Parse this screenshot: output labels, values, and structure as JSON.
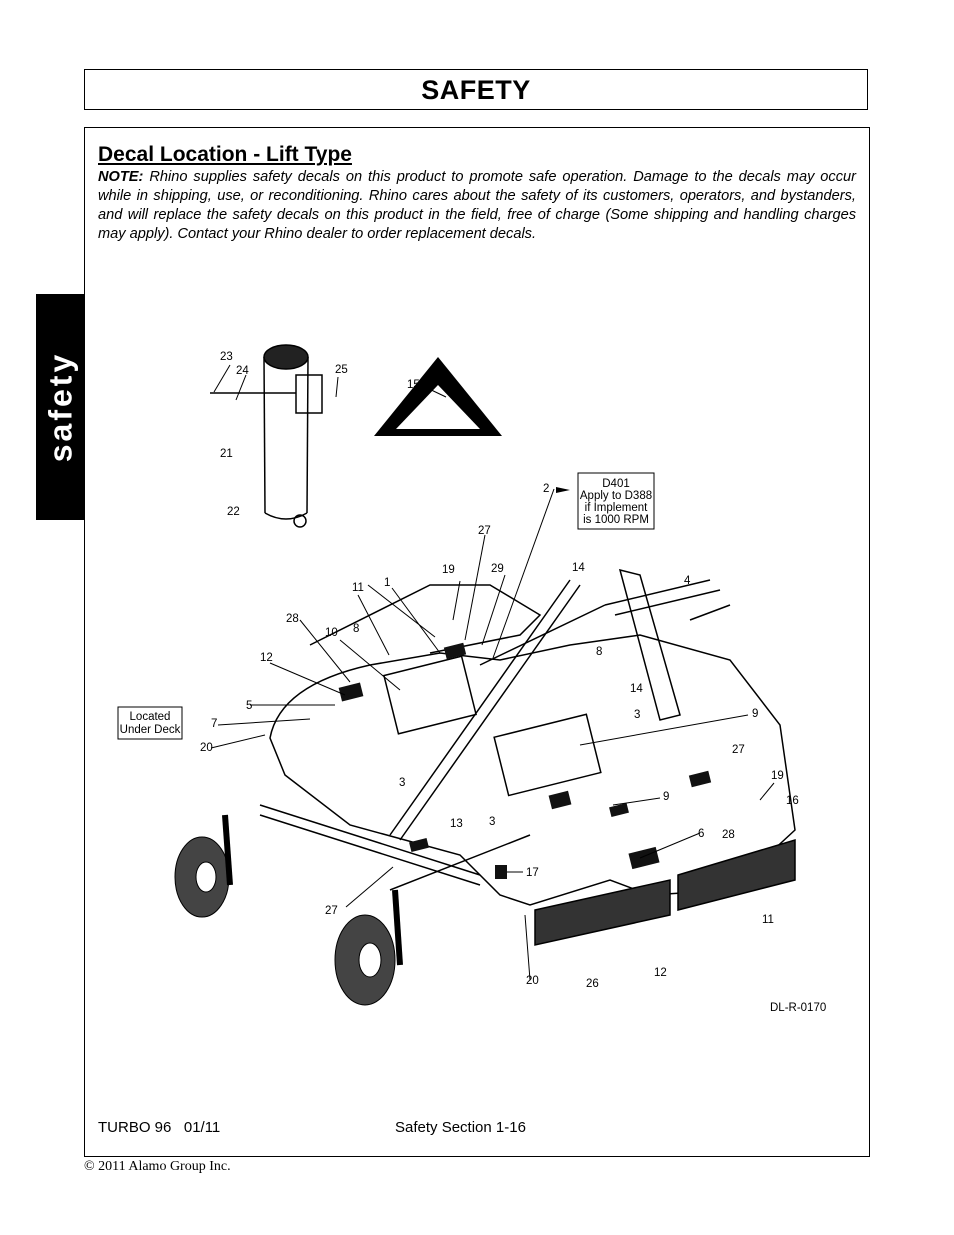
{
  "header": {
    "title": "SAFETY"
  },
  "side_tab": {
    "label": "safety"
  },
  "section": {
    "title": "Decal Location - Lift Type",
    "note_label": "NOTE:",
    "note_text": "Rhino supplies safety decals on this product to promote safe operation. Damage to the decals may occur while in shipping, use, or reconditioning. Rhino cares about the safety of its customers, operators, and bystanders, and will replace the safety decals on this product in the field, free of charge (Some shipping and handling charges may apply). Contact your Rhino dealer to order replacement decals."
  },
  "diagram": {
    "callouts": [
      "23",
      "24",
      "25",
      "15",
      "21",
      "22",
      "2",
      "27",
      "19",
      "29",
      "14",
      "4",
      "11",
      "1",
      "28",
      "10",
      "8",
      "12",
      "8",
      "14",
      "3",
      "9",
      "5",
      "7",
      "20",
      "27",
      "19",
      "16",
      "3",
      "9",
      "13",
      "3",
      "6",
      "28",
      "17",
      "27",
      "11",
      "20",
      "26",
      "12"
    ],
    "d401_box": [
      "D401",
      "Apply to D388",
      "if Implement",
      "is 1000 RPM"
    ],
    "located_box": [
      "Located",
      "Under Deck"
    ],
    "drawing_id": "DL-R-0170"
  },
  "footer": {
    "model_date": "TURBO 96   01/11",
    "page": "Safety Section 1-16",
    "copyright": "© 2011 Alamo Group Inc."
  }
}
